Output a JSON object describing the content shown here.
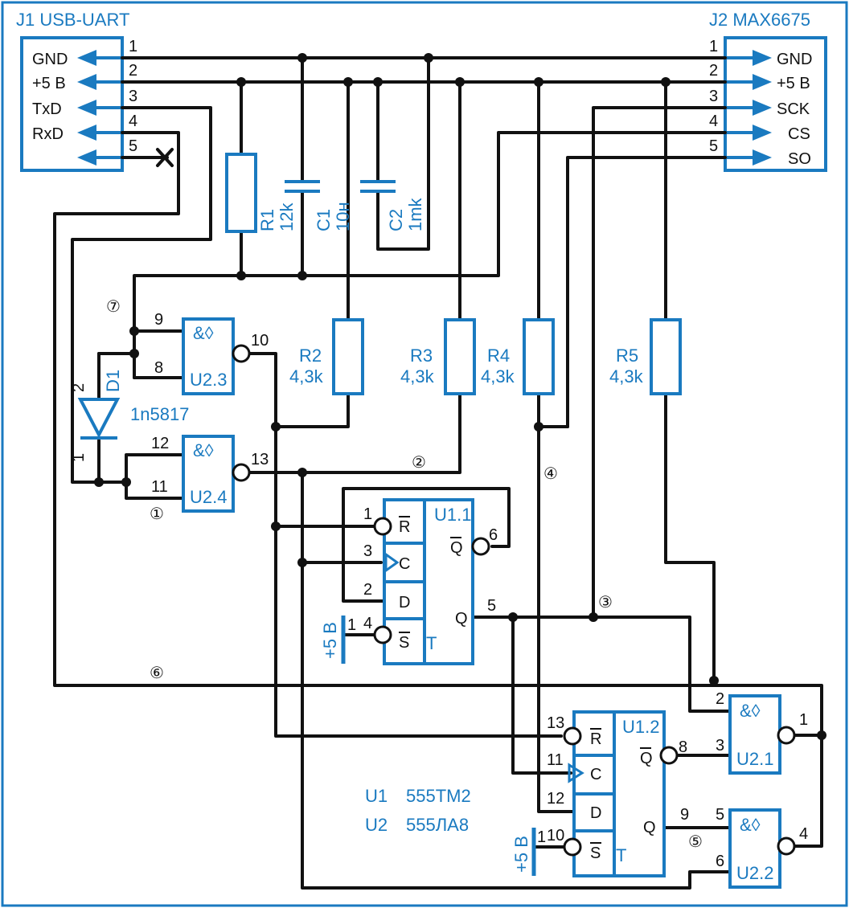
{
  "connectors": {
    "j1": {
      "title": "J1 USB-UART",
      "pins": [
        {
          "num": "1",
          "label": "GND"
        },
        {
          "num": "2",
          "label": "+5 B"
        },
        {
          "num": "3",
          "label": "TxD"
        },
        {
          "num": "4",
          "label": "RxD"
        },
        {
          "num": "5",
          "label": ""
        }
      ]
    },
    "j2": {
      "title": "J2 MAX6675",
      "pins": [
        {
          "num": "1",
          "label": "GND"
        },
        {
          "num": "2",
          "label": "+5 B"
        },
        {
          "num": "3",
          "label": "SCK"
        },
        {
          "num": "4",
          "label": "CS"
        },
        {
          "num": "5",
          "label": "SO"
        }
      ]
    }
  },
  "components": {
    "r1": {
      "ref": "R1",
      "value": "12k"
    },
    "c1": {
      "ref": "C1",
      "value": "10н"
    },
    "c2": {
      "ref": "C2",
      "value": "1mk"
    },
    "r2": {
      "ref": "R2",
      "value": "4,3k"
    },
    "r3": {
      "ref": "R3",
      "value": "4,3k"
    },
    "r4": {
      "ref": "R4",
      "value": "4,3k"
    },
    "r5": {
      "ref": "R5",
      "value": "4,3k"
    },
    "d1": {
      "ref": "D1",
      "value": "1n5817",
      "pin_anode": "2",
      "pin_cathode": "1"
    }
  },
  "gates": {
    "symbol": "&◊",
    "u23": {
      "ref": "U2.3",
      "in1": "9",
      "in2": "8",
      "out": "10"
    },
    "u24": {
      "ref": "U2.4",
      "in1": "12",
      "in2": "11",
      "out": "13"
    },
    "u21": {
      "ref": "U2.1",
      "in1": "2",
      "in2": "3",
      "out": "1"
    },
    "u22": {
      "ref": "U2.2",
      "in1": "5",
      "in2": "6",
      "out": "4"
    }
  },
  "flipflops": {
    "u11": {
      "ref": "U1.1",
      "r": "R",
      "c": "C",
      "d": "D",
      "s": "S",
      "t": "T",
      "q": "Q",
      "qn": "Q",
      "pin_r": "1",
      "pin_c": "3",
      "pin_d": "2",
      "pin_s": "4",
      "pin_q": "5",
      "pin_qn": "6"
    },
    "u12": {
      "ref": "U1.2",
      "r": "R",
      "c": "C",
      "d": "D",
      "s": "S",
      "t": "T",
      "q": "Q",
      "qn": "Q",
      "pin_r": "13",
      "pin_c": "11",
      "pin_d": "12",
      "pin_s": "10",
      "pin_q": "9",
      "pin_qn": "8"
    }
  },
  "power": {
    "label": "+5 B",
    "pin_1": "1"
  },
  "nodes": [
    "①",
    "②",
    "③",
    "④",
    "⑤",
    "⑥",
    "⑦"
  ],
  "legend": {
    "u1_ref": "U1",
    "u1_part": "555ТМ2",
    "u2_ref": "U2",
    "u2_part": "555ЛА8"
  },
  "colors": {
    "accent": "#1a7ac0",
    "wire": "#111111",
    "frame": "#1a7ac0"
  }
}
